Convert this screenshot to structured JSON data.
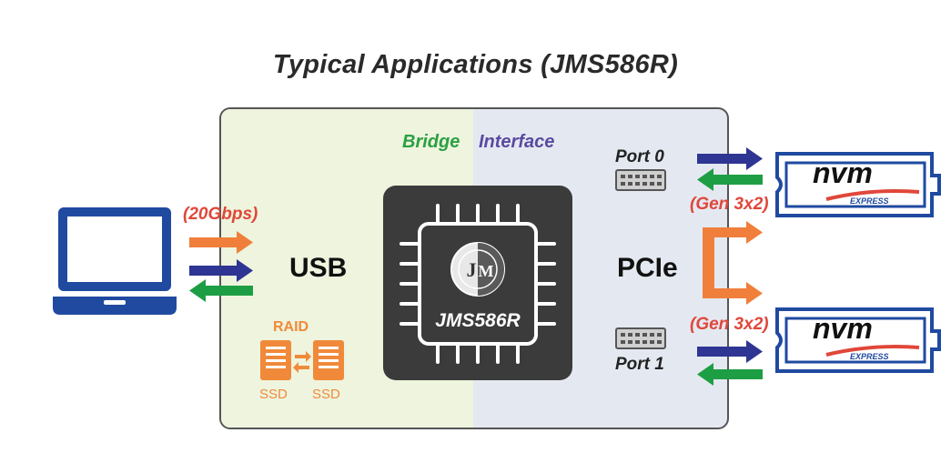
{
  "title": "Typical Applications (JMS586R)",
  "labels": {
    "bridge": "Bridge",
    "interface": "Interface",
    "usb": "USB",
    "pcie": "PCIe",
    "speed": "(20Gbps)",
    "raid": "RAID",
    "ssd_left": "SSD",
    "ssd_right": "SSD",
    "port0": "Port 0",
    "port1": "Port 1",
    "gen_top": "(Gen 3x2)",
    "gen_bottom": "(Gen 3x2)"
  },
  "chip": {
    "name": "JMS586R",
    "logo_text": "JM"
  },
  "nvme": {
    "brand": "nvm",
    "sub": "EXPRESS"
  },
  "colors": {
    "blue": "#1f4aa0",
    "dark_blue_arrow": "#2e3592",
    "green_arrow": "#1e9e44",
    "orange": "#f07f3c",
    "red_text": "#e0473a",
    "chip_bg": "#3b3b3b"
  },
  "icons": [
    "laptop-icon",
    "raid-ssd-icon",
    "chip-icon",
    "port-icon",
    "nvme-drive-icon"
  ]
}
